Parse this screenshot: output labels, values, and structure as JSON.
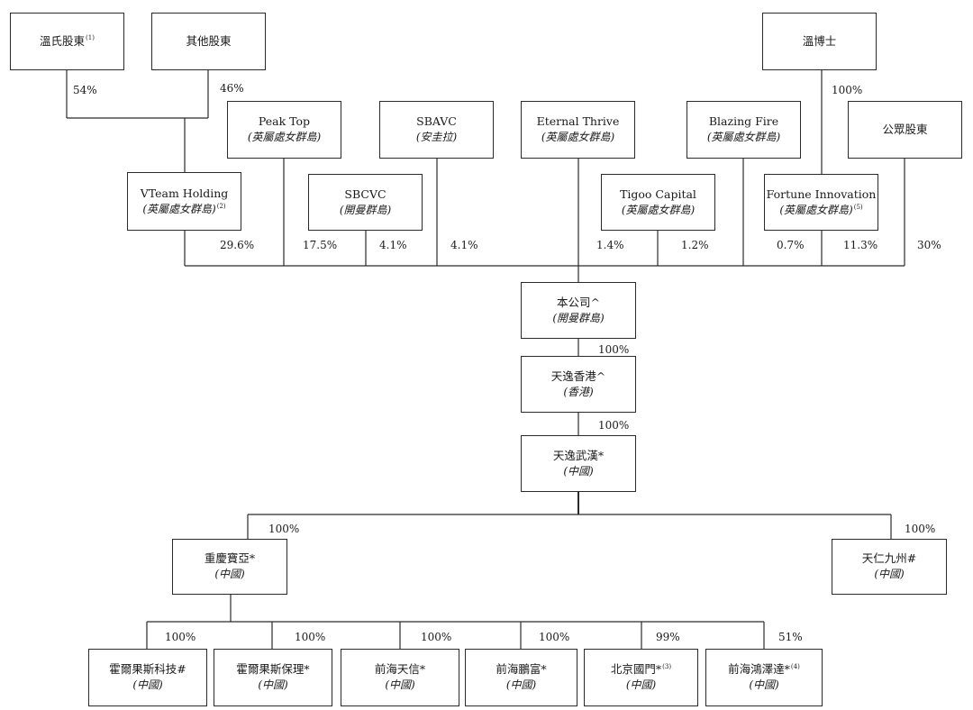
{
  "entities": {
    "wen_family": {
      "name": "溫氏股東",
      "note": "(1)"
    },
    "other_holders": {
      "name": "其他股東"
    },
    "dr_wen": {
      "name": "溫博士"
    },
    "peak_top": {
      "name": "Peak Top",
      "juris": "(英屬處女群島)"
    },
    "sbavc": {
      "name": "SBAVC",
      "juris": "(安圭拉)"
    },
    "eternal_thrive": {
      "name": "Eternal Thrive",
      "juris": "(英屬處女群島)"
    },
    "blazing_fire": {
      "name": "Blazing Fire",
      "juris": "(英屬處女群島)"
    },
    "public_holders": {
      "name": "公眾股東"
    },
    "vteam": {
      "name": "VTeam Holding",
      "juris": "(英屬處女群島)",
      "note": "(2)"
    },
    "sbcvc": {
      "name": "SBCVC",
      "juris": "(開曼群島)"
    },
    "tigoo": {
      "name": "Tigoo Capital",
      "juris": "(英屬處女群島)"
    },
    "fortune": {
      "name": "Fortune Innovation",
      "juris": "(英屬處女群島)",
      "note": "(5)"
    },
    "company": {
      "name": "本公司^",
      "juris": "(開曼群島)"
    },
    "hk": {
      "name": "天逸香港^",
      "juris": "(香港)"
    },
    "wuhan": {
      "name": "天逸武漢*",
      "juris": "(中國)"
    },
    "chongqing": {
      "name": "重慶寶亞*",
      "juris": "(中國)"
    },
    "tianren": {
      "name": "天仁九州#",
      "juris": "(中國)"
    },
    "horgos_tech": {
      "name": "霍爾果斯科技#",
      "juris": "(中國)"
    },
    "horgos_factoring": {
      "name": "霍爾果斯保理*",
      "juris": "(中國)"
    },
    "qianhai_tianxin": {
      "name": "前海天信*",
      "juris": "(中國)"
    },
    "qianhai_pengfu": {
      "name": "前海鵬富*",
      "juris": "(中國)"
    },
    "beijing_guomen": {
      "name": "北京國門*",
      "note": "(3)",
      "juris": "(中國)"
    },
    "qianhai_hongzeda": {
      "name": "前海鴻澤達*",
      "note": "(4)",
      "juris": "(中國)"
    }
  },
  "percentages": {
    "wen_to_vteam": "54%",
    "other_to_vteam": "46%",
    "drwen_to_fortune": "100%",
    "vteam_to_company": "29.6%",
    "peaktop_to_company": "17.5%",
    "sbcvc_to_company": "4.1%",
    "sbavc_to_company": "4.1%",
    "eternal_to_company": "1.4%",
    "tigoo_to_company": "1.2%",
    "blazing_to_company": "0.7%",
    "fortune_to_company": "11.3%",
    "public_to_company": "30%",
    "company_to_hk": "100%",
    "hk_to_wuhan": "100%",
    "wuhan_to_chongqing": "100%",
    "wuhan_to_tianren": "100%",
    "cq_to_horgos_tech": "100%",
    "cq_to_horgos_factoring": "100%",
    "cq_to_tianxin": "100%",
    "cq_to_pengfu": "100%",
    "cq_to_guomen": "99%",
    "cq_to_hongzeda": "51%"
  }
}
